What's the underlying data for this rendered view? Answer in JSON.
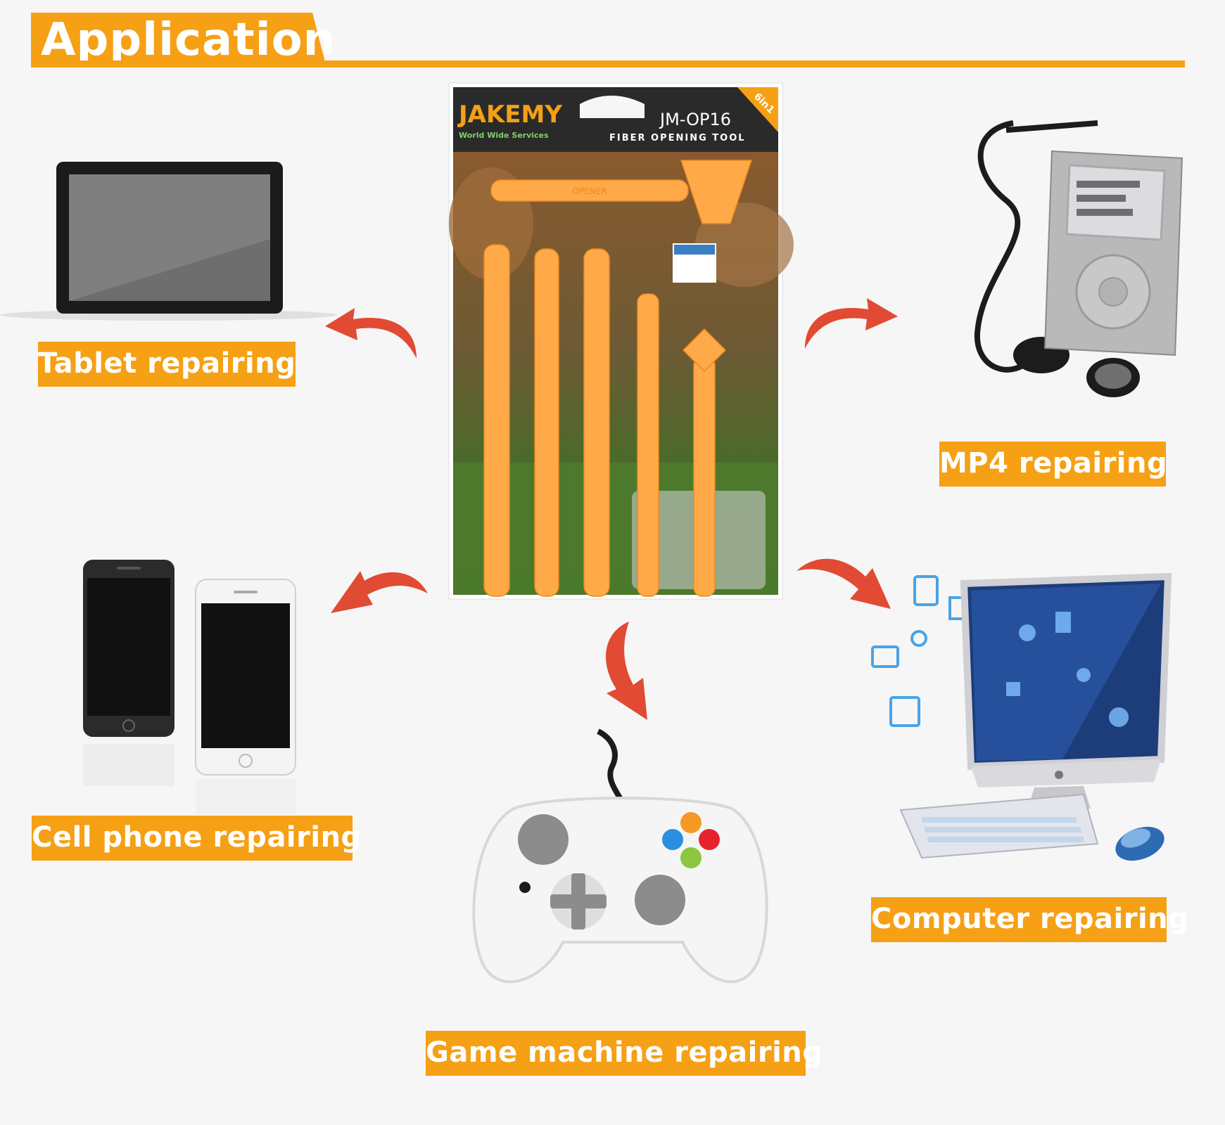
{
  "title": "Application",
  "package": {
    "brand": "JAKEMY",
    "brand_tagline": "World Wide Services",
    "model": "JM-OP16",
    "product_name": "FIBER OPENING TOOL",
    "badge": "6in1",
    "tool_imprint": "OPENER"
  },
  "labels": {
    "tablet": "Tablet repairing",
    "mp4": "MP4 repairing",
    "cellphone": "Cell phone repairing",
    "computer": "Computer repairing",
    "game": "Game machine repairing"
  },
  "colors": {
    "accent": "#f5a015",
    "tool_orange": "#ffa948",
    "arrow_red": "#e14a33",
    "background": "#f6f6f6"
  }
}
